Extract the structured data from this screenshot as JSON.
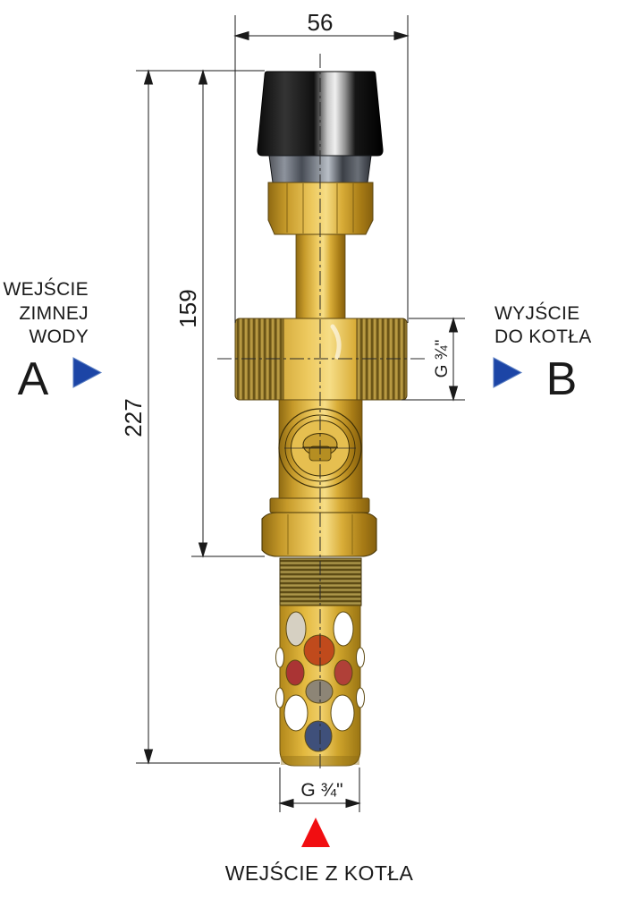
{
  "diagram": {
    "dimensions": {
      "top_width": "56",
      "height_total": "227",
      "height_to_union": "159",
      "side_port_thread": "G ¾\"",
      "bottom_port_thread": "G ¾\""
    },
    "labels": {
      "cold_water_inlet": [
        "WEJŚCIE",
        "ZIMNEJ",
        "WODY"
      ],
      "port_a": "A",
      "boiler_outlet": [
        "WYJŚCIE",
        "DO KOTŁA"
      ],
      "port_b": "B",
      "boiler_inlet": "WEJŚCIE Z KOTŁA"
    },
    "colors": {
      "flow_arrow_blue": "#1C45A6",
      "flow_arrow_red": "#F10E11",
      "brass": "#D9A826",
      "line": "#1A1A1A"
    }
  }
}
